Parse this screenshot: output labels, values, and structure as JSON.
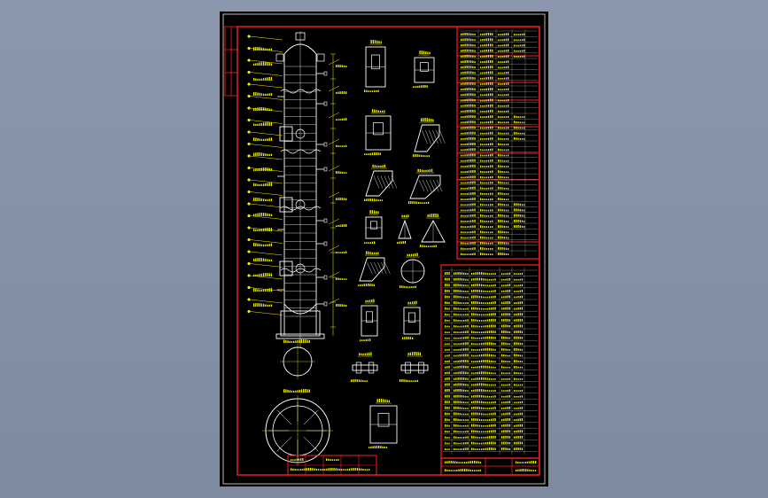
{
  "viewer": {
    "background_color": "#8b97ac",
    "sheet_color": "#000000"
  },
  "colors": {
    "border": "#ff2020",
    "frame": "#e8e8e8",
    "linework": "#ffffff",
    "annotation": "#f2f200",
    "leader": "#ffea00"
  },
  "drawing": {
    "views": [
      {
        "name": "column-elevation"
      },
      {
        "name": "manhole-detail"
      },
      {
        "name": "nozzle-detail"
      },
      {
        "name": "support-ring-detail"
      },
      {
        "name": "weir-detail"
      },
      {
        "name": "lug-detail"
      },
      {
        "name": "downcomer-detail"
      },
      {
        "name": "sieve-tray-plan"
      },
      {
        "name": "skirt-detail"
      },
      {
        "name": "base-ring-plan"
      }
    ]
  }
}
